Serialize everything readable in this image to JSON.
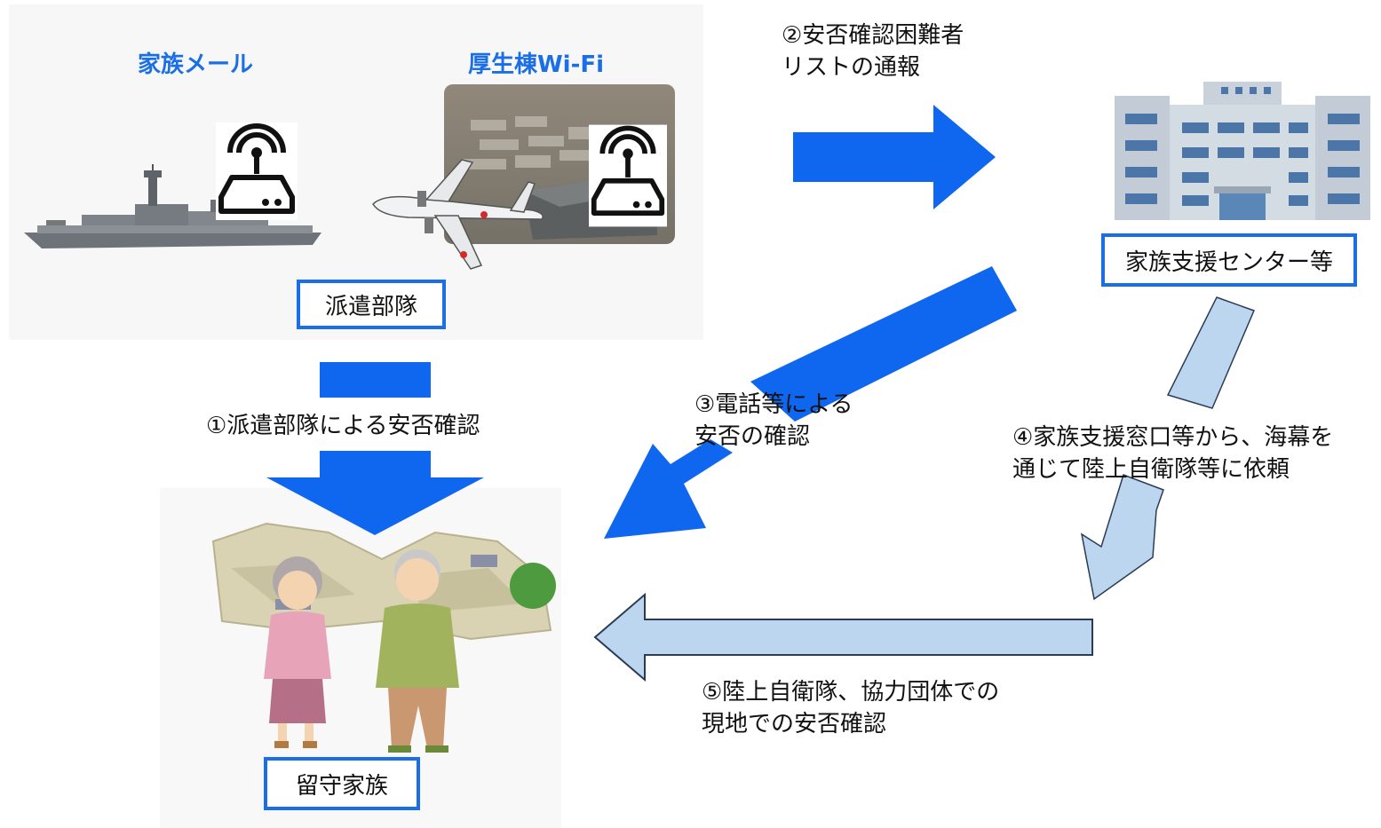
{
  "labels": {
    "family_mail": "家族メール",
    "wifi": "厚生棟Wi-Fi",
    "dispatch_unit": "派遣部隊",
    "family_support": "家族支援センター等",
    "family": "留守家族"
  },
  "steps": {
    "step1": "①派遣部隊による安否確認",
    "step2": "②安否確認困難者\nリストの通報",
    "step3": "③電話等による\n安否の確認",
    "step4": "④家族支援窓口等から、海幕を\n通じて陸上自衛隊等に依頼",
    "step5": "⑤陸上自衛隊、協力団体での\n現地での安否確認"
  },
  "colors": {
    "accent_blue": "#1b6fe6",
    "arrow_blue": "#0f67f0",
    "pale_arrow": "#bcd6f0",
    "pale_arrow_edge": "#2a3b55"
  },
  "icons": [
    "ship-icon",
    "router-icon",
    "aircraft-icon",
    "building-icon",
    "elderly-couple-icon",
    "rubble-icon"
  ]
}
